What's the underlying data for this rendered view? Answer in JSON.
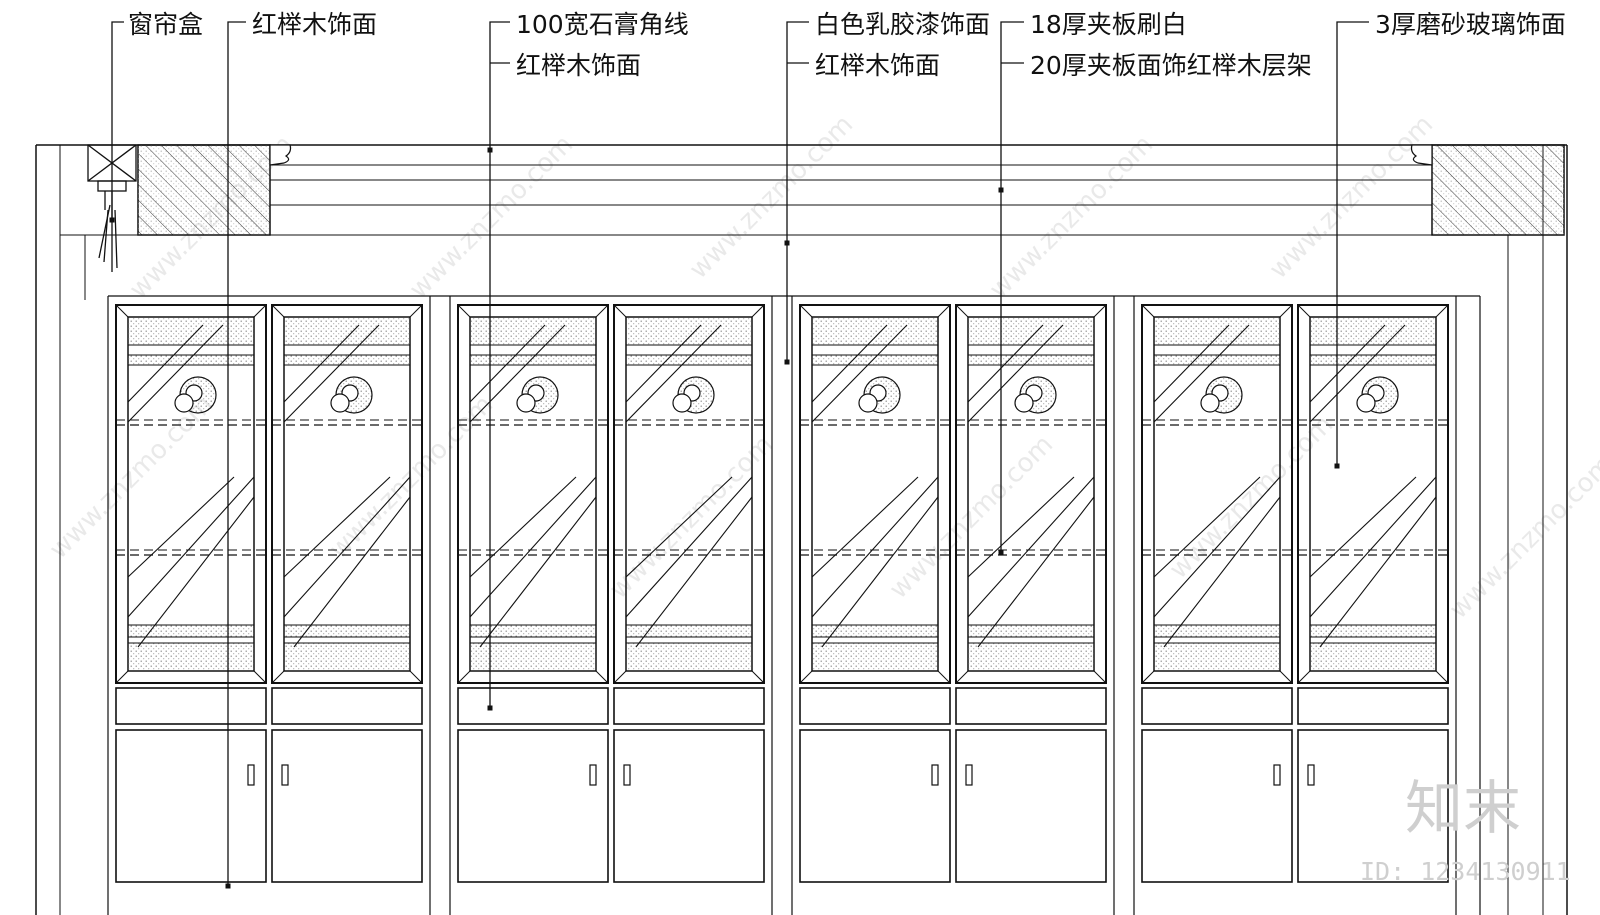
{
  "callouts": {
    "curtain_box": "窗帘盒",
    "beech_face_left": "红榉木饰面",
    "plaster_cornice": "100宽石膏角线",
    "beech_face_mid": "红榉木饰面",
    "white_latex_paint": "白色乳胶漆饰面",
    "beech_face_right": "红榉木饰面",
    "plywood_white": "18厚夹板刷白",
    "plywood_shelf": "20厚夹板面饰红榉木层架",
    "frosted_glass": "3厚磨砂玻璃饰面"
  },
  "watermark": {
    "site": "www.znzmo.com",
    "site_short": "znzmo.com"
  },
  "brand": {
    "logo_text": "知末",
    "id_text": "ID: 1234130911"
  },
  "colors": {
    "line": "#111111",
    "hatch": "#333333",
    "dots": "#9a9a9a",
    "watermark": "#d8d8d8"
  }
}
